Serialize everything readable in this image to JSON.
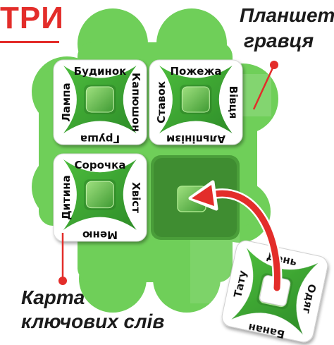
{
  "header": {
    "title_fragment": "ТРИ"
  },
  "labels": {
    "board": [
      "Планшет",
      "гравця"
    ],
    "card": [
      "Карта",
      "ключових слів"
    ]
  },
  "board_cards": [
    {
      "top": "Будинок",
      "right": "Капюшон",
      "bottom": "Груша",
      "left": "Лампа"
    },
    {
      "top": "Пожежа",
      "right": "Вівця",
      "bottom": "Альпінізм",
      "left": "Ставок"
    },
    {
      "top": "Сорочка",
      "right": "Хвіст",
      "bottom": "Меню",
      "left": "Дитина"
    }
  ],
  "loose_card": {
    "top": "День",
    "right": "Одяг",
    "bottom": "Банан",
    "left": "Тату"
  },
  "colors": {
    "accent_red": "#e32d2a",
    "board_green": "#6fcf59",
    "board_green_dark": "#4a9e3a",
    "card_star_green": "#3fa534"
  },
  "icons": [
    "pin-icon",
    "curved-arrow-icon"
  ]
}
